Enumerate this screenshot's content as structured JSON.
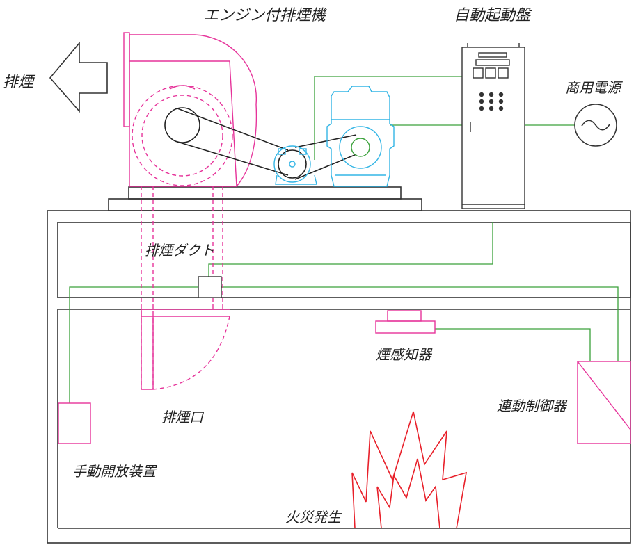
{
  "labels": {
    "fan": "エンジン付排煙機",
    "controller": "自動起動盤",
    "exhaust": "排煙",
    "power": "商用電源",
    "duct": "排煙ダクト",
    "detector": "煙感知器",
    "outlet": "排煙口",
    "interlock": "連動制御器",
    "manual": "手動開放装置",
    "fire": "火災発生"
  },
  "colors": {
    "fan": "#e6339a",
    "engine": "#33b5e5",
    "wiring": "#3aa13a",
    "fire": "#e8202a",
    "structure": "#333333"
  },
  "icons": [
    "exhaust-arrow-icon",
    "ac-power-icon",
    "fire-icon"
  ]
}
